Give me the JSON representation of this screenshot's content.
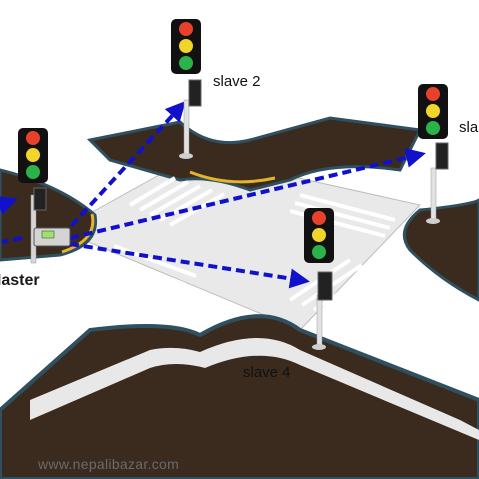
{
  "labels": {
    "slave2": "slave 2",
    "slave3": "sla",
    "slave4": "slave 4",
    "master": "Master",
    "watermark": "www.nepalibazar.com"
  },
  "colors": {
    "road": "#3b2a1e",
    "road_edge": "#2f5060",
    "crosswalk": "#ffffff",
    "ground": "#ececec",
    "arrow": "#1111cc",
    "curb_yellow": "#e3b52a",
    "light_red": "#e8412b",
    "light_yellow": "#f2d52a",
    "light_green": "#2bb24a"
  },
  "signals": [
    {
      "id": "master",
      "icon": "traffic-light-icon"
    },
    {
      "id": "slave2",
      "icon": "traffic-light-icon"
    },
    {
      "id": "slave3",
      "icon": "traffic-light-icon"
    },
    {
      "id": "slave4",
      "icon": "traffic-light-icon"
    }
  ],
  "links": [
    {
      "from": "master",
      "to": "slave2"
    },
    {
      "from": "master",
      "to": "slave3"
    },
    {
      "from": "master",
      "to": "slave4"
    },
    {
      "from": "master",
      "to": "offscreen-left"
    }
  ]
}
